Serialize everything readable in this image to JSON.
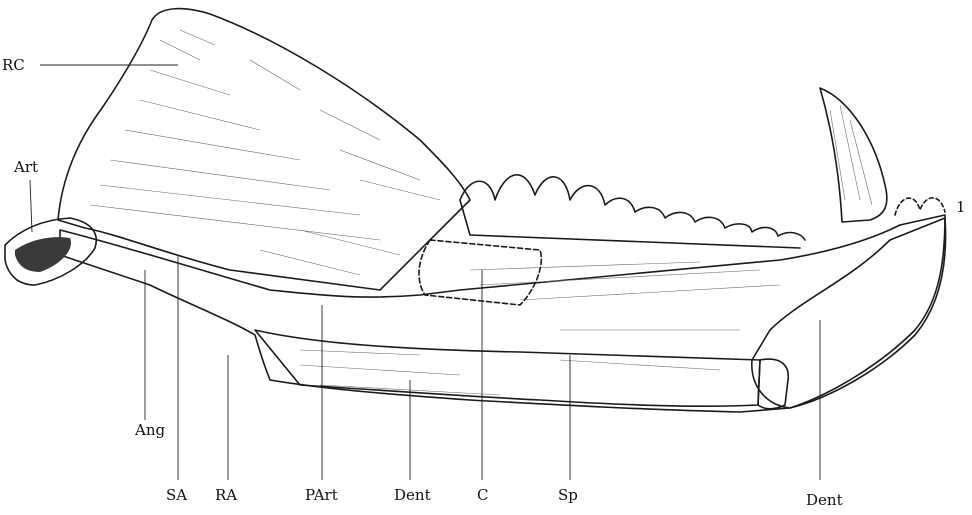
{
  "diagram": {
    "labels": {
      "rc": "RC",
      "art": "Art",
      "ang": "Ang",
      "sa": "SA",
      "ra": "RA",
      "part": "PArt",
      "dent_lower": "Dent",
      "c": "C",
      "sp": "Sp",
      "dent_right": "Dent",
      "tooth_marker": "1"
    }
  }
}
